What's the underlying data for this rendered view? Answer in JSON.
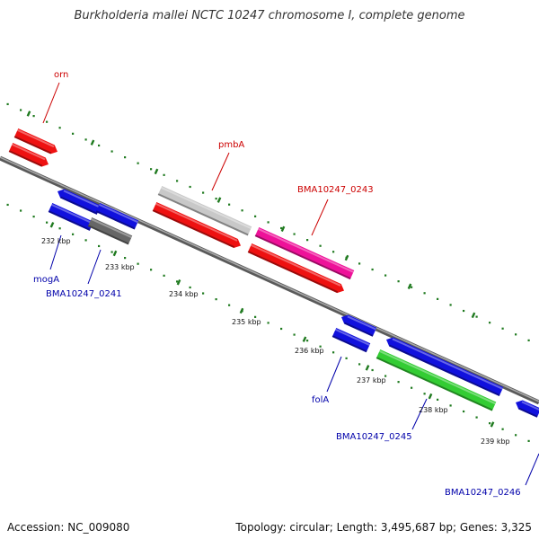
{
  "title": "Burkholderia mallei NCTC 10247 chromosome I, complete genome",
  "footer": {
    "accession": "Accession: NC_009080",
    "topology": "Topology: circular; Length: 3,495,687 bp; Genes: 3,325"
  },
  "colors": {
    "backbone": "#808080",
    "tick": "#1f7a1f",
    "red_feature": "#ee1111",
    "blue_feature": "#1111dd",
    "gray_feature": "#c8c8c8",
    "dark_gray_feature": "#666666",
    "magenta_feature": "#ee1199",
    "green_feature": "#33cc33",
    "red_label": "#cc0000",
    "blue_label": "#0000aa"
  },
  "scale_labels": [
    "232 kbp",
    "233 kbp",
    "234 kbp",
    "235 kbp",
    "236 kbp",
    "237 kbp",
    "238 kbp",
    "239 kbp"
  ],
  "gene_labels": [
    "orn",
    "pmbA",
    "BMA10247_0243",
    "mogA",
    "BMA10247_0241",
    "folA",
    "BMA10247_0245",
    "BMA10247_0246"
  ]
}
